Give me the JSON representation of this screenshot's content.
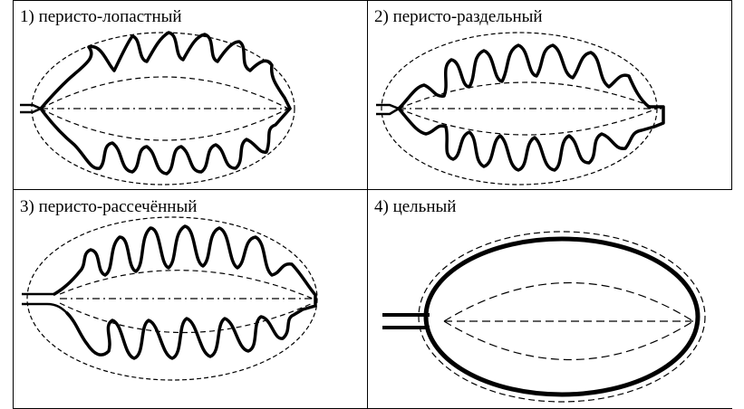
{
  "cells": [
    {
      "label": "1) перисто-лопастный"
    },
    {
      "label": "2) перисто-раздельный"
    },
    {
      "label": "3) перисто-рассечённый"
    },
    {
      "label": "4) цельный"
    }
  ],
  "colors": {
    "line": "#000000",
    "grid": "#000000",
    "background": "#ffffff"
  }
}
